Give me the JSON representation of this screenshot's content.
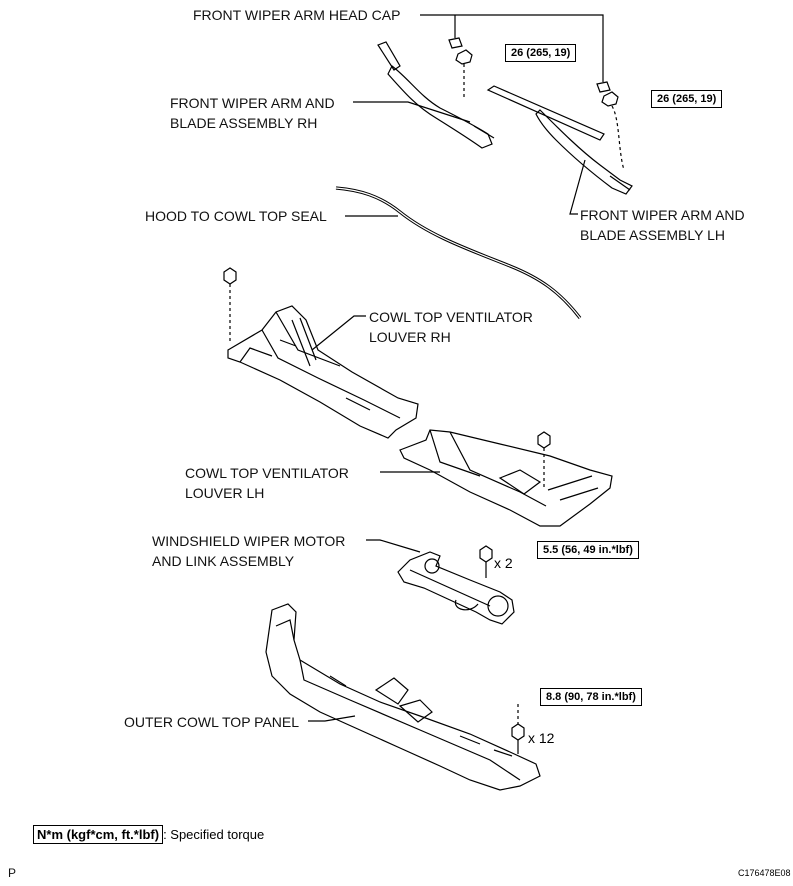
{
  "labels": {
    "wiper_cap": "FRONT WIPER ARM HEAD CAP",
    "arm_rh_1": "FRONT WIPER ARM AND",
    "arm_rh_2": "BLADE ASSEMBLY RH",
    "arm_lh_1": "FRONT WIPER ARM AND",
    "arm_lh_2": "BLADE ASSEMBLY LH",
    "seal": "HOOD TO COWL TOP SEAL",
    "louver_rh_1": "COWL TOP VENTILATOR",
    "louver_rh_2": "LOUVER RH",
    "louver_lh_1": "COWL TOP VENTILATOR",
    "louver_lh_2": "LOUVER LH",
    "motor_1": "WINDSHIELD WIPER MOTOR",
    "motor_2": "AND LINK ASSEMBLY",
    "outer_panel": "OUTER COWL TOP PANEL"
  },
  "torques": {
    "nut_rh": "26 (265, 19)",
    "nut_lh": "26 (265, 19)",
    "motor_bolt": "5.5 (56, 49 in.*lbf)",
    "panel_bolt": "8.8 (90, 78 in.*lbf)"
  },
  "quantities": {
    "motor_bolt": "x 2",
    "panel_bolt": "x 12"
  },
  "legend": {
    "box": "N*m (kgf*cm, ft.*lbf)",
    "text": ": Specified torque"
  },
  "footer": {
    "left": "P",
    "code": "C176478E08"
  }
}
